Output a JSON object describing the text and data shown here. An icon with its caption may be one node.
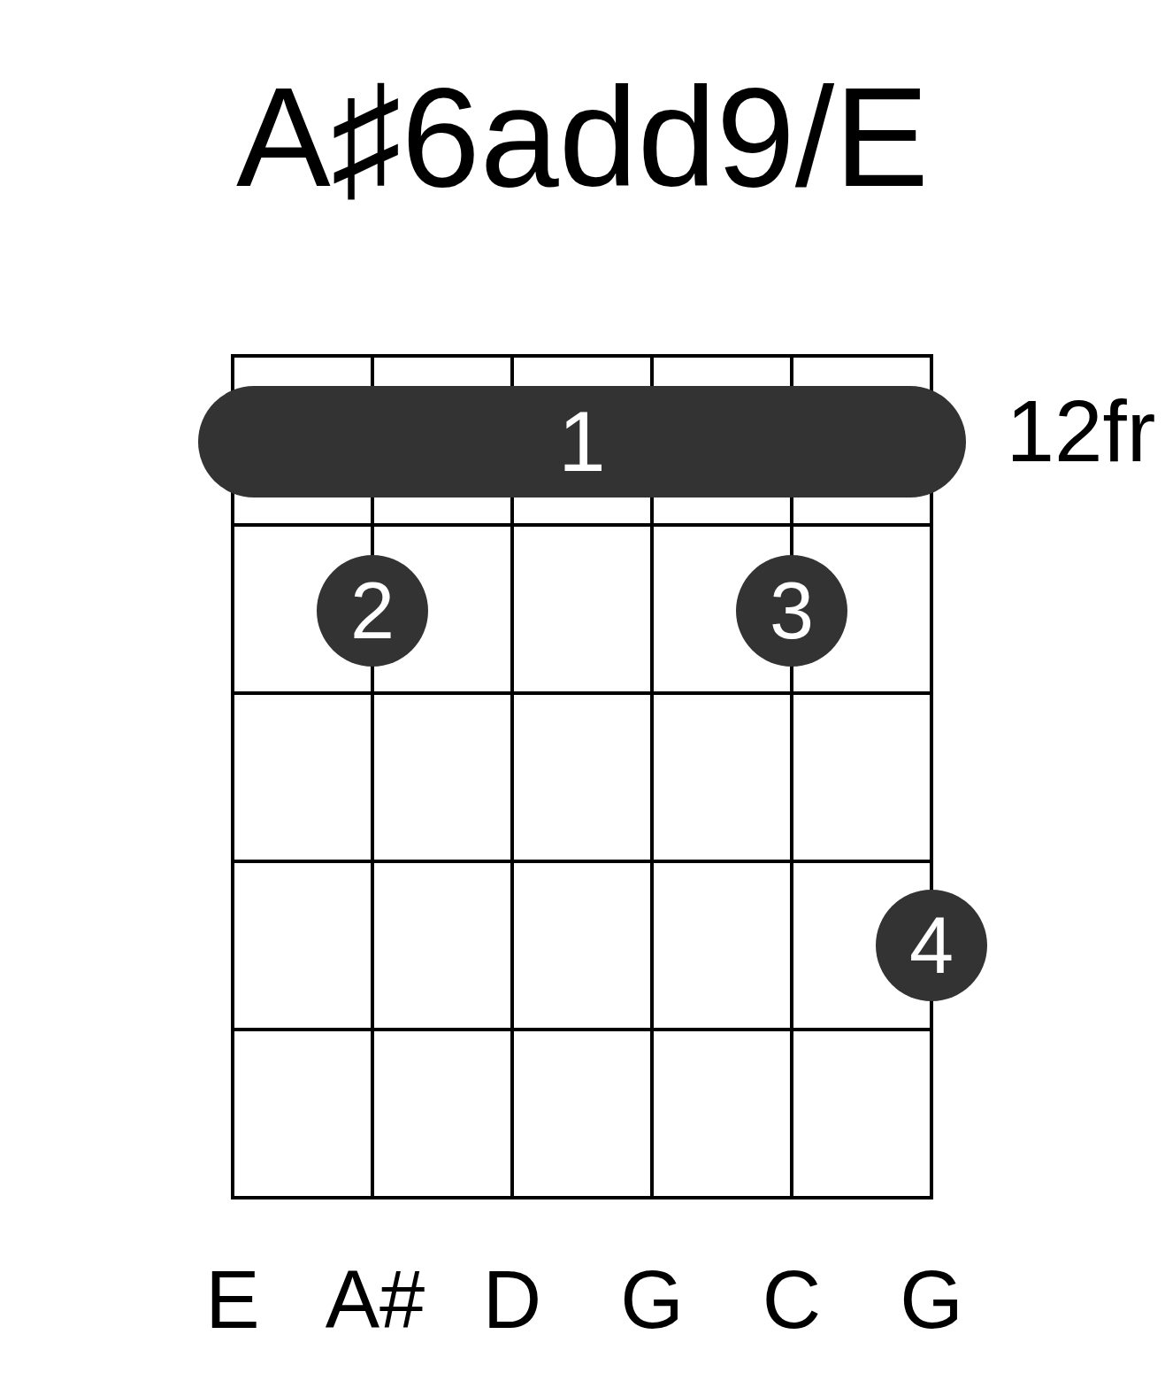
{
  "diagram": {
    "title": "A♯6add9/E",
    "nodes": [
      {
        "text": [
          "1"
        ]
      },
      {
        "text": [
          "2"
        ]
      },
      {
        "text": [
          "3"
        ]
      },
      {
        "text": [
          "4"
        ]
      }
    ],
    "labels": [
      "12fr",
      "E",
      "A#",
      "D",
      "G",
      "C",
      "G"
    ]
  }
}
